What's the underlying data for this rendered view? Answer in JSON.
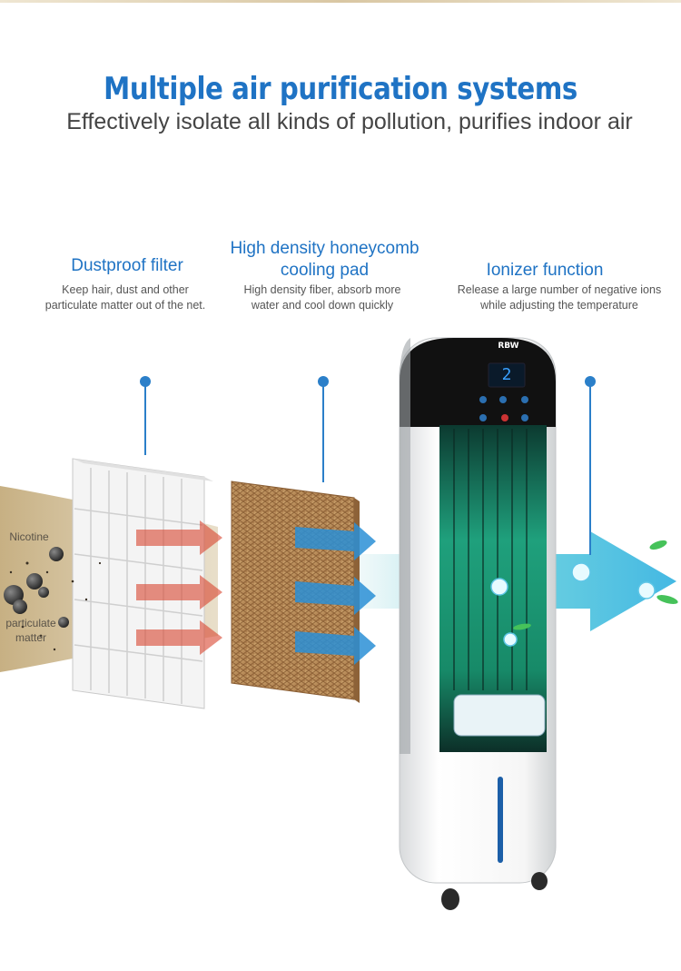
{
  "header": {
    "title": "Multiple air purification systems",
    "subtitle": "Effectively isolate all kinds of pollution, purifies indoor air"
  },
  "features": [
    {
      "title": "Dustproof filter",
      "desc": "Keep hair, dust and other particulate matter out of the net."
    },
    {
      "title": "High density honeycomb cooling pad",
      "desc": "High density fiber, absorb more water and cool down quickly"
    },
    {
      "title": "Ionizer function",
      "desc": "Release a large number of negative ions while adjusting the temperature"
    }
  ],
  "pollutants": {
    "nicotine": "Nicotine",
    "particulate": "particulate matter"
  },
  "device": {
    "brand": "RBW",
    "display": "2"
  },
  "colors": {
    "accent": "#1f73c4",
    "pin": "#2b7fc9",
    "smoke": "#c9b48a",
    "arrow_red": "#d9442f",
    "arrow_blue": "#2a8fd6",
    "panel_green": "#1aa37a"
  }
}
